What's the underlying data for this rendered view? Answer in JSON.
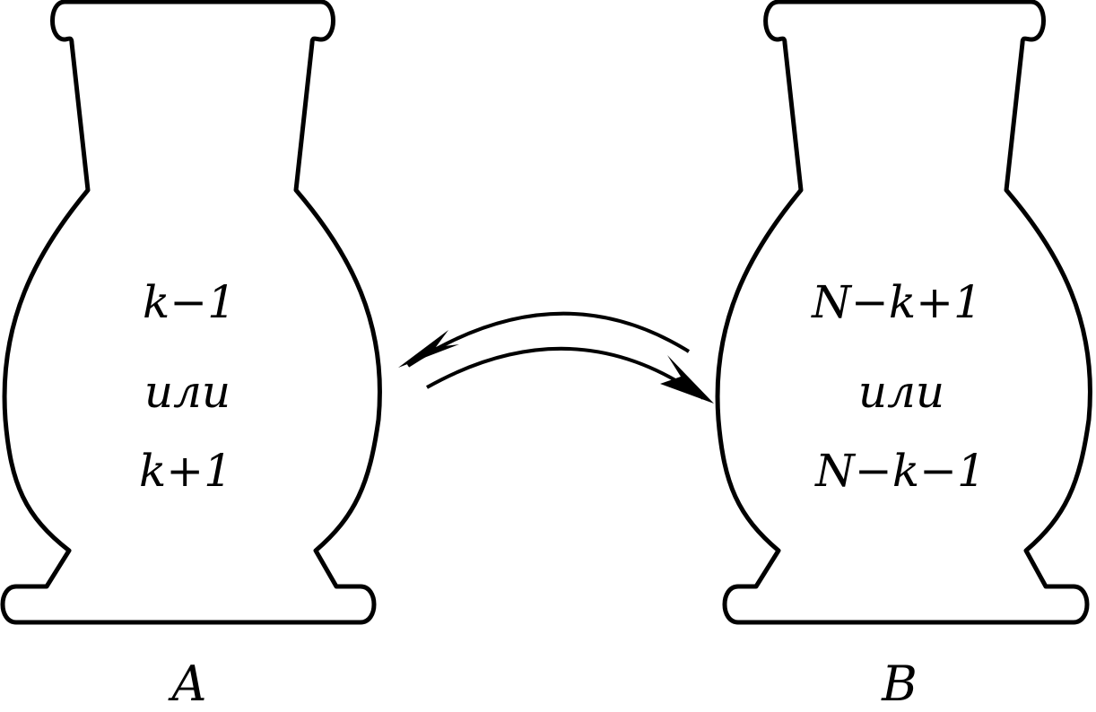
{
  "vase_a": {
    "label": "A",
    "upper": "k−1",
    "middle": "или",
    "lower": "k+1"
  },
  "vase_b": {
    "label": "B",
    "upper": "N−k+1",
    "middle": "или",
    "lower": "N−k−1"
  },
  "colors": {
    "stroke": "#000000",
    "background": "#ffffff"
  }
}
